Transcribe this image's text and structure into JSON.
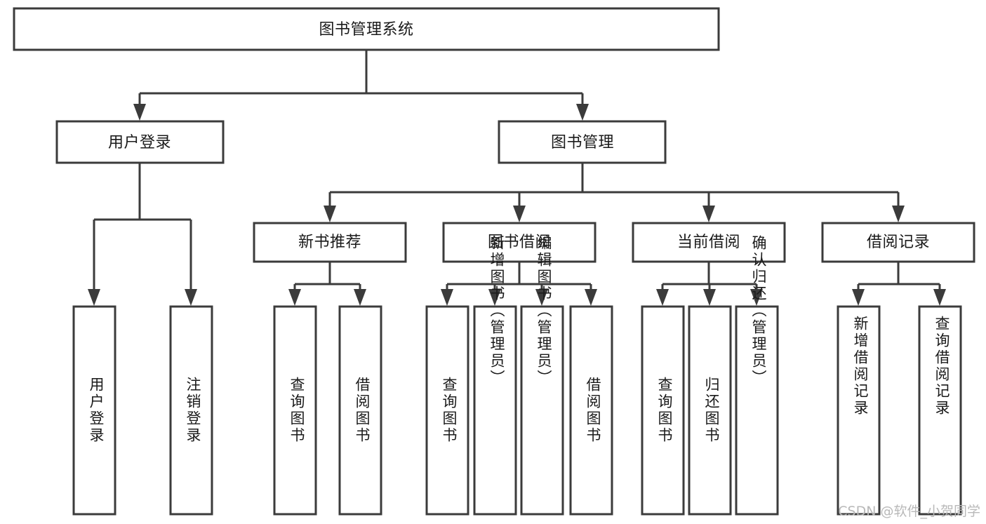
{
  "diagram": {
    "title": "图书管理系统",
    "type": "tree-hierarchy-chart",
    "watermark": "CSDN @软件_小贺同学",
    "colors": {
      "stroke": "#3b3b3b",
      "fill": "#ffffff",
      "text": "#1a1a1a",
      "watermark": "#b9b9b9"
    },
    "levels": {
      "root": {
        "label": "图书管理系统"
      },
      "level2": [
        {
          "id": "user-login",
          "label": "用户登录"
        },
        {
          "id": "book-management",
          "label": "图书管理"
        }
      ],
      "level3": [
        {
          "id": "new-book-recommend",
          "label": "新书推荐"
        },
        {
          "id": "book-borrow",
          "label": "图书借阅"
        },
        {
          "id": "current-borrow",
          "label": "当前借阅"
        },
        {
          "id": "borrow-record",
          "label": "借阅记录"
        }
      ],
      "level4": {
        "user-login": [
          {
            "id": "leaf-user-login",
            "label": "用户登录"
          },
          {
            "id": "leaf-logout",
            "label": "注销登录"
          }
        ],
        "new-book-recommend": [
          {
            "id": "leaf-query-book-1",
            "label": "查询图书"
          },
          {
            "id": "leaf-borrow-book-1",
            "label": "借阅图书"
          }
        ],
        "book-borrow": [
          {
            "id": "leaf-query-book-2",
            "label": "查询图书"
          },
          {
            "id": "leaf-add-book",
            "label": "新增图书（管理员）"
          },
          {
            "id": "leaf-edit-book",
            "label": "编辑图书（管理员）"
          },
          {
            "id": "leaf-borrow-book-2",
            "label": "借阅图书"
          }
        ],
        "current-borrow": [
          {
            "id": "leaf-query-book-3",
            "label": "查询图书"
          },
          {
            "id": "leaf-return-book",
            "label": "归还图书"
          },
          {
            "id": "leaf-confirm-return",
            "label": "确认归还（管理员）"
          }
        ],
        "borrow-record": [
          {
            "id": "leaf-add-record",
            "label": "新增借阅记录"
          },
          {
            "id": "leaf-query-record",
            "label": "查询借阅记录"
          }
        ]
      }
    }
  }
}
